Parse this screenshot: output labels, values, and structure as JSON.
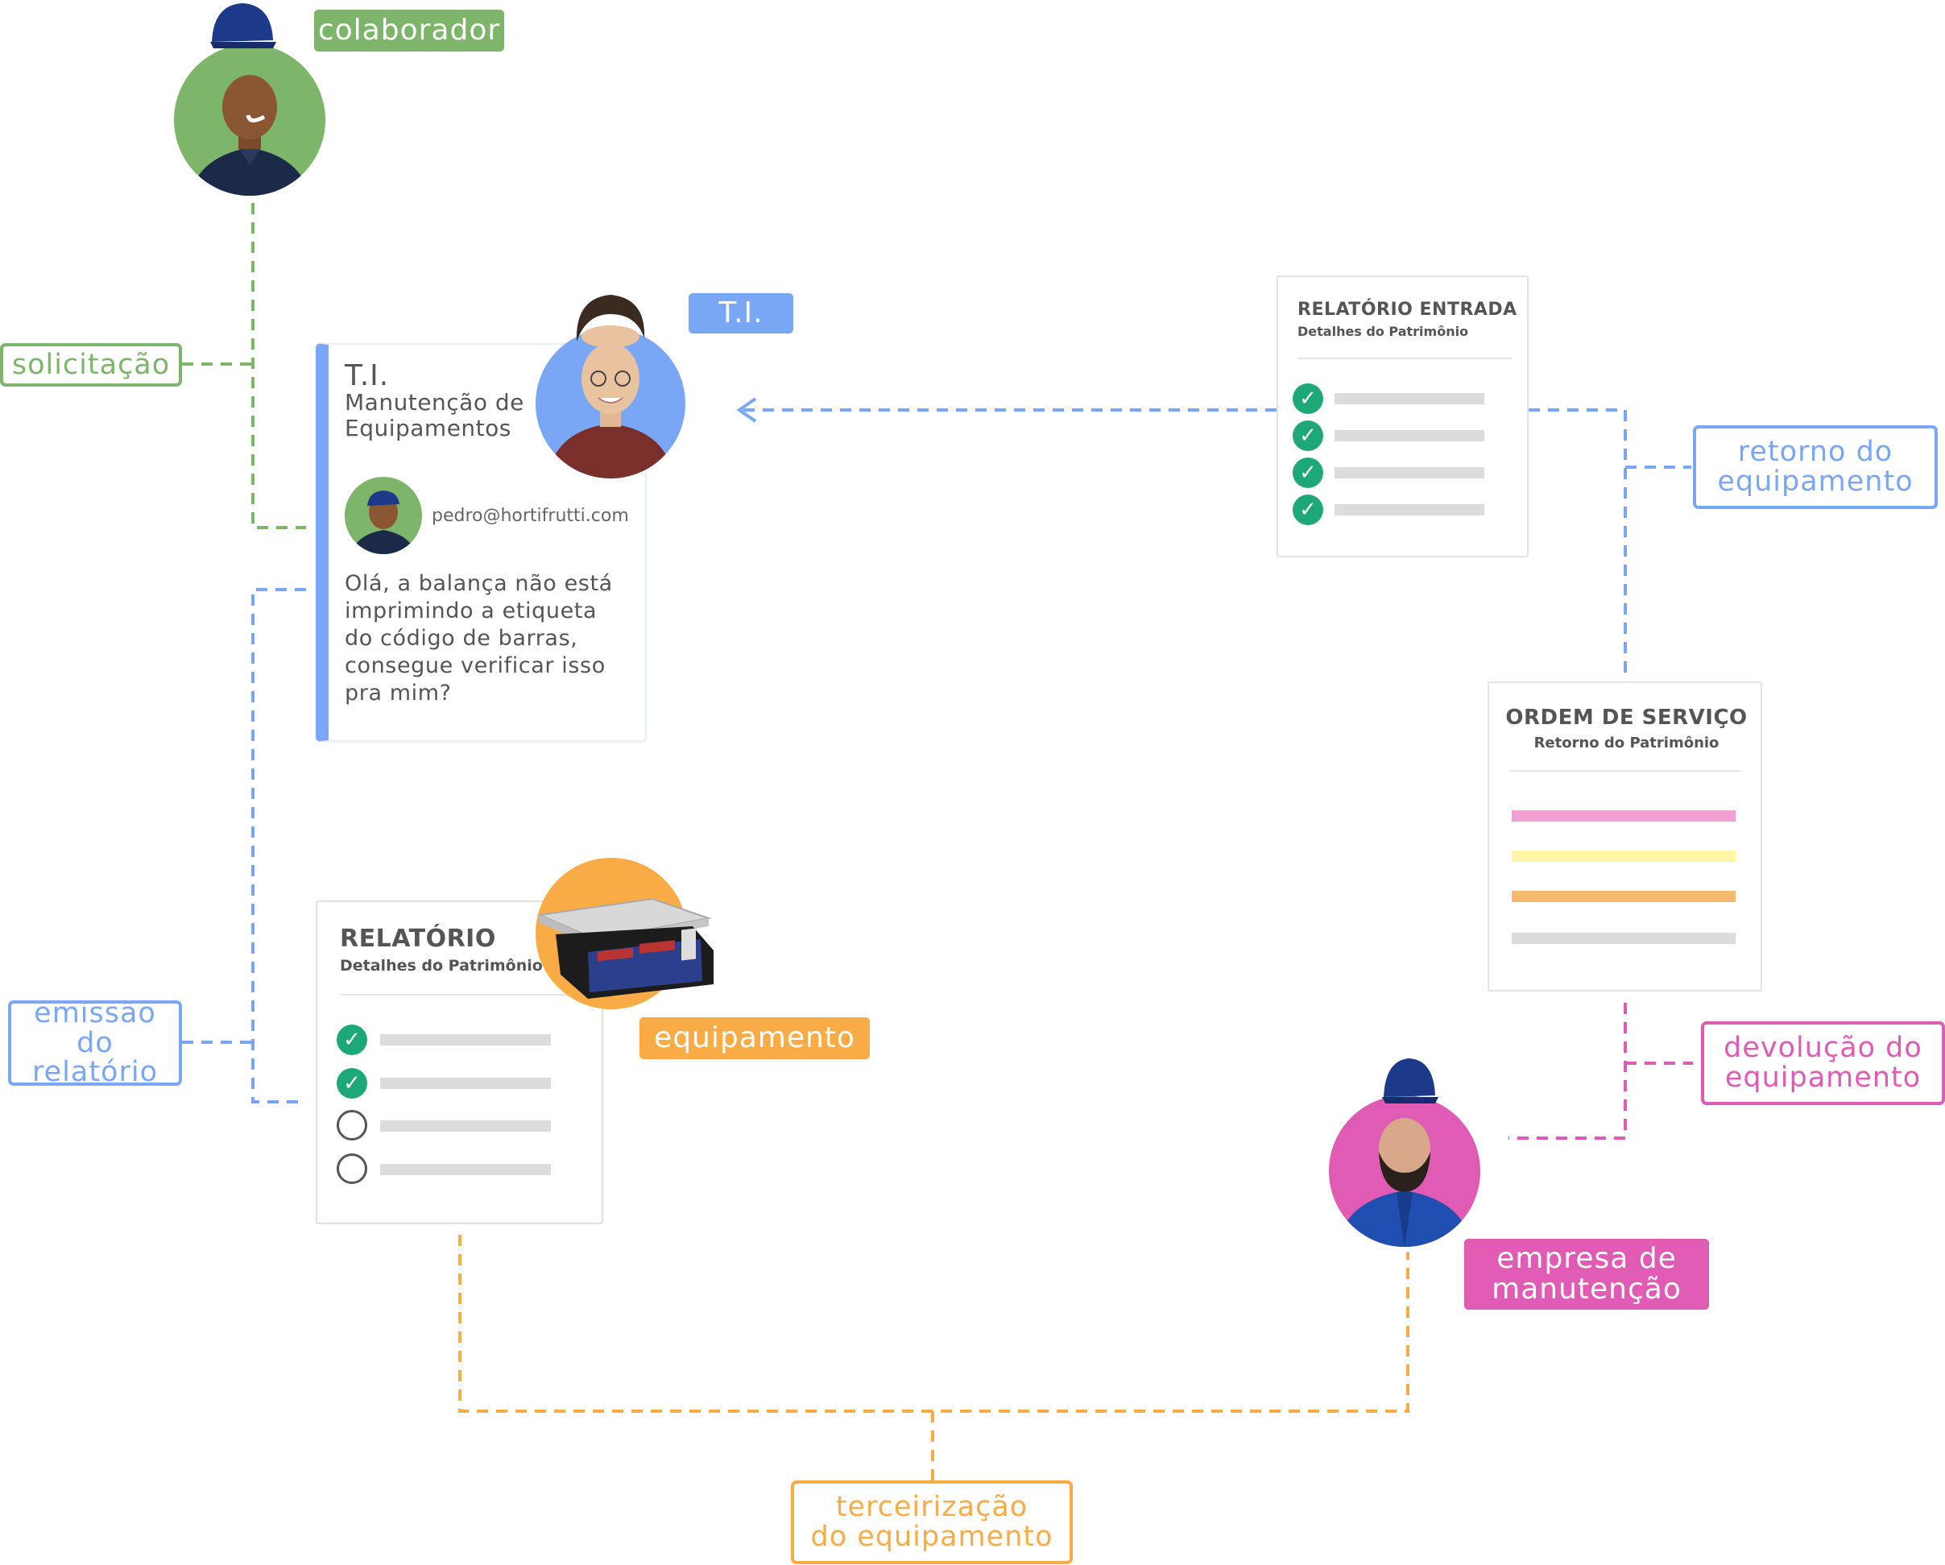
{
  "tags": {
    "colaborador": "colaborador",
    "ti": "T.I.",
    "solicitacao": "solicitação",
    "retorno_line1": "retorno do",
    "retorno_line2": "equipamento",
    "emissao_line1": "emissão do",
    "emissao_line2": "relatório",
    "equipamento": "equipamento",
    "devolucao_line1": "devolução do",
    "devolucao_line2": "equipamento",
    "empresa_line1": "empresa de",
    "empresa_line2": "manutenção",
    "terceirizacao_line1": "terceirização",
    "terceirizacao_line2": "do equipamento"
  },
  "ticket": {
    "title": "T.I.",
    "subtitle_line1": "Manutenção de",
    "subtitle_line2": "Equipamentos",
    "email": "pedro@hortifrutti.com",
    "message": "Olá, a balança não está imprimindo a etiqueta do código de barras, consegue verificar isso pra mim?"
  },
  "relatorio_entrada": {
    "title": "RELATÓRIO ENTRADA",
    "subtitle": "Detalhes do Patrimônio",
    "checked_items": 4
  },
  "relatorio": {
    "title": "RELATÓRIO",
    "subtitle": "Detalhes do Patrimônio",
    "checked_items": 2,
    "unchecked_items": 2
  },
  "ordem_servico": {
    "title": "ORDEM DE SERVIÇO",
    "subtitle": "Retorno do Patrimônio",
    "bar_colors": [
      "#f29fd3",
      "#fff7a3",
      "#f7b86f",
      "#dcdcdc"
    ]
  },
  "colors": {
    "green": "#7db56a",
    "blue": "#7aa7f5",
    "orange": "#f9ab46",
    "pink": "#e05bb4",
    "check_green": "#1fa877"
  },
  "icons": {
    "check": "check-icon",
    "empty": "empty-circle-icon"
  }
}
